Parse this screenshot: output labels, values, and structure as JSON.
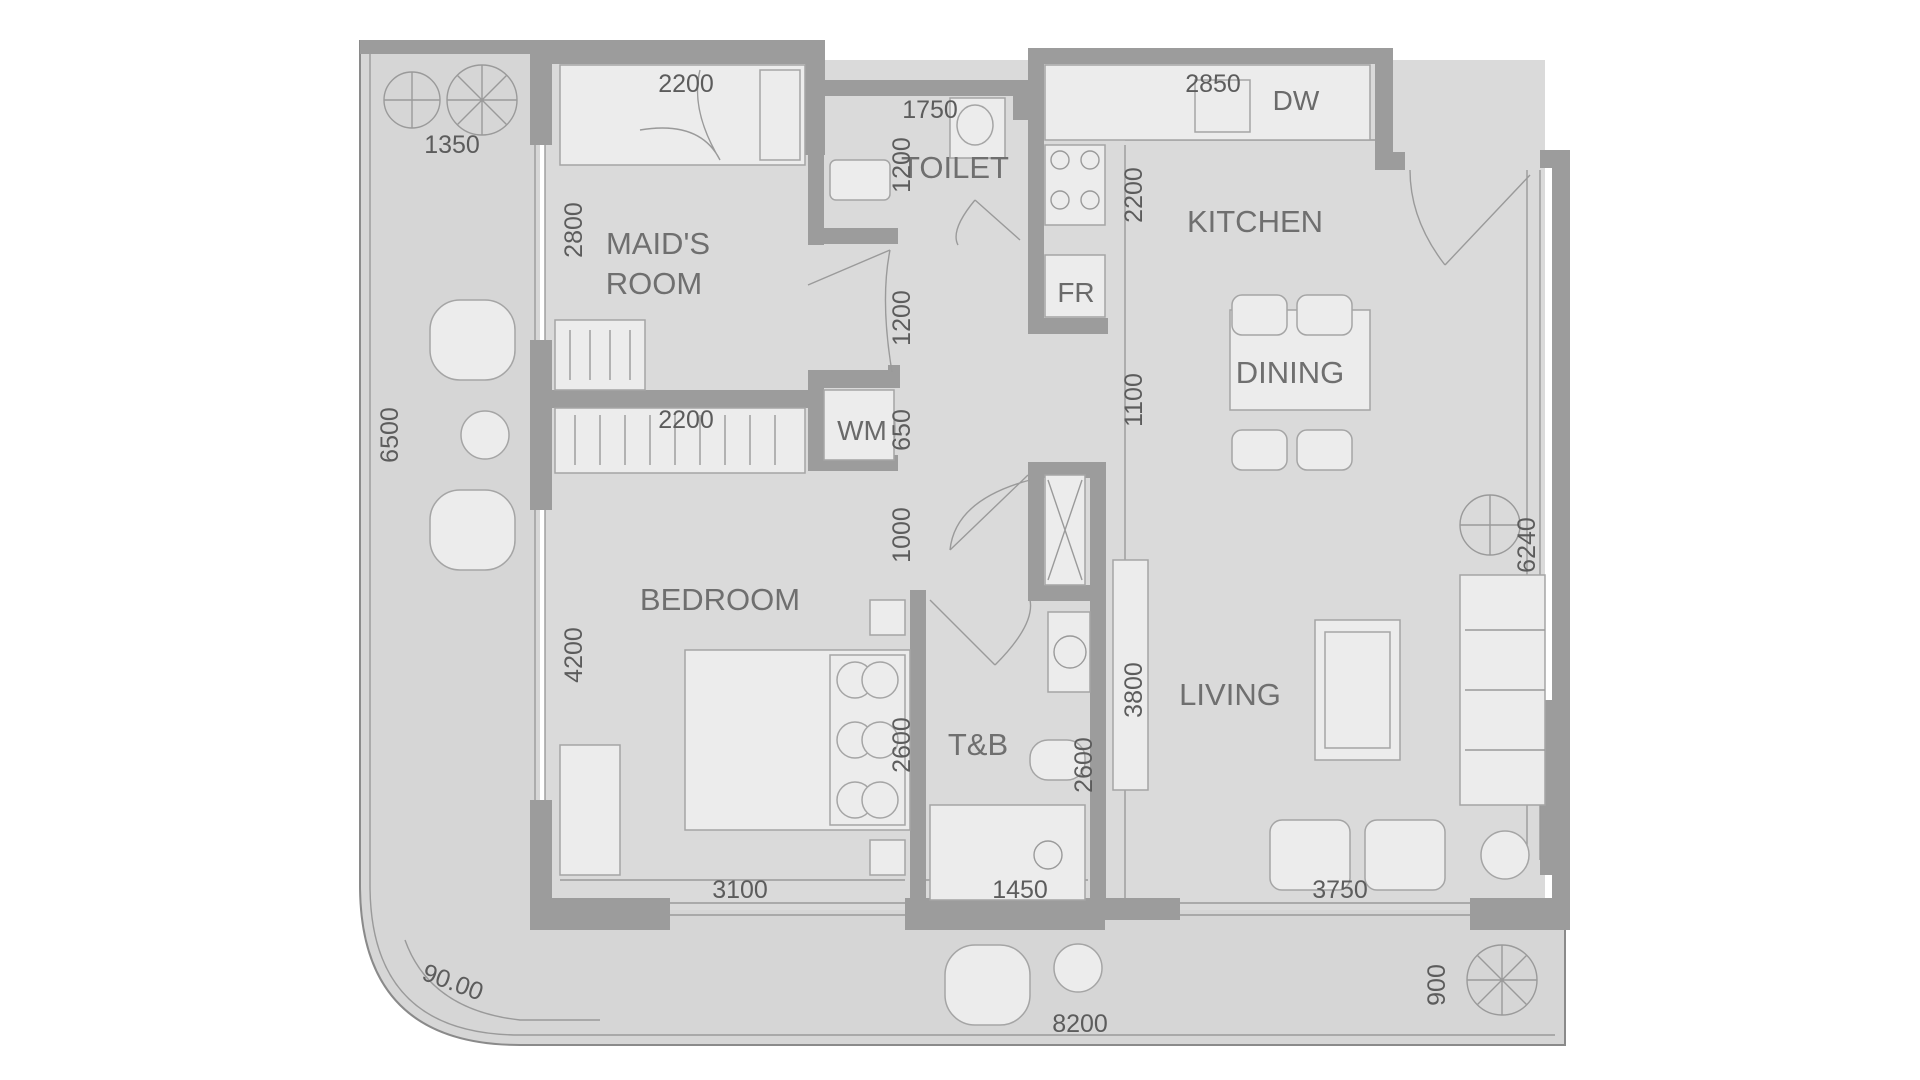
{
  "rooms": {
    "maids_room": [
      "MAID'S",
      "ROOM"
    ],
    "toilet": "TOILET",
    "kitchen": "KITCHEN",
    "dining": "DINING",
    "bedroom": "BEDROOM",
    "living": "LIVING",
    "bath": "T&B"
  },
  "fixtures": {
    "dishwasher": "DW",
    "fridge": "FR",
    "washing_machine": "WM"
  },
  "dimensions": {
    "maid_width": "2200",
    "toilet_width": "1750",
    "kitchen_width": "2850",
    "balcony_top": "1350",
    "maid_height": "2800",
    "toilet_height": "1200",
    "kitchen_height": "2200",
    "corridor_upper": "1200",
    "wardrobe_width": "2200",
    "wm_height": "650",
    "corridor_mid": "1100",
    "balcony_height": "6500",
    "corridor_lower": "1000",
    "living_height": "6240",
    "bedroom_height": "4200",
    "living_mid": "3800",
    "bath_height_left": "2600",
    "bath_height_right": "2600",
    "bedroom_width": "3100",
    "bath_width": "1450",
    "living_width": "3750",
    "curve_angle": "90.00",
    "balcony_bottom_height": "900",
    "balcony_bottom_width": "8200"
  }
}
